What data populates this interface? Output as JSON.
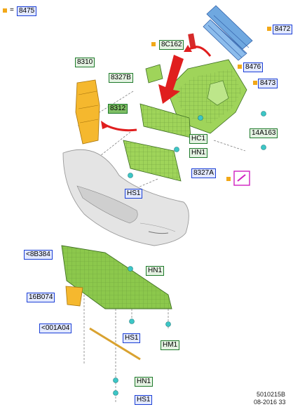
{
  "legend": {
    "symbol": "=",
    "code": "8475"
  },
  "labels": {
    "p8472": "8472",
    "p8C162": "8C162",
    "p8476": "8476",
    "p8310": "8310",
    "p8327B": "8327B",
    "p8473": "8473",
    "p8312": "8312",
    "p14A163": "14A163",
    "pHC1": "HC1",
    "pHN1a": "HN1",
    "p8327A": "8327A",
    "pHS1a": "HS1",
    "p8B384": "<8B384",
    "pHN1b": "HN1",
    "p16B074": "16B074",
    "pHS1b": "HS1",
    "p001A04": "<001A04",
    "pHM1": "HM1",
    "pHN1c": "HN1",
    "pHS1c": "HS1"
  },
  "footer": {
    "code": "5010215B",
    "date": "08-2016 33"
  },
  "colors": {
    "label_blue_border": "#1b3fd6",
    "label_green_border": "#1e7a2a",
    "part_yellow": "#f5b82e",
    "part_green": "#9fd45a",
    "part_blue": "#6fa8e0",
    "arrow_red": "#e01e1e",
    "marker_orange": "#f2a818",
    "clip_teal": "#3cc6c6",
    "bumper_grey": "#e4e4e4"
  }
}
